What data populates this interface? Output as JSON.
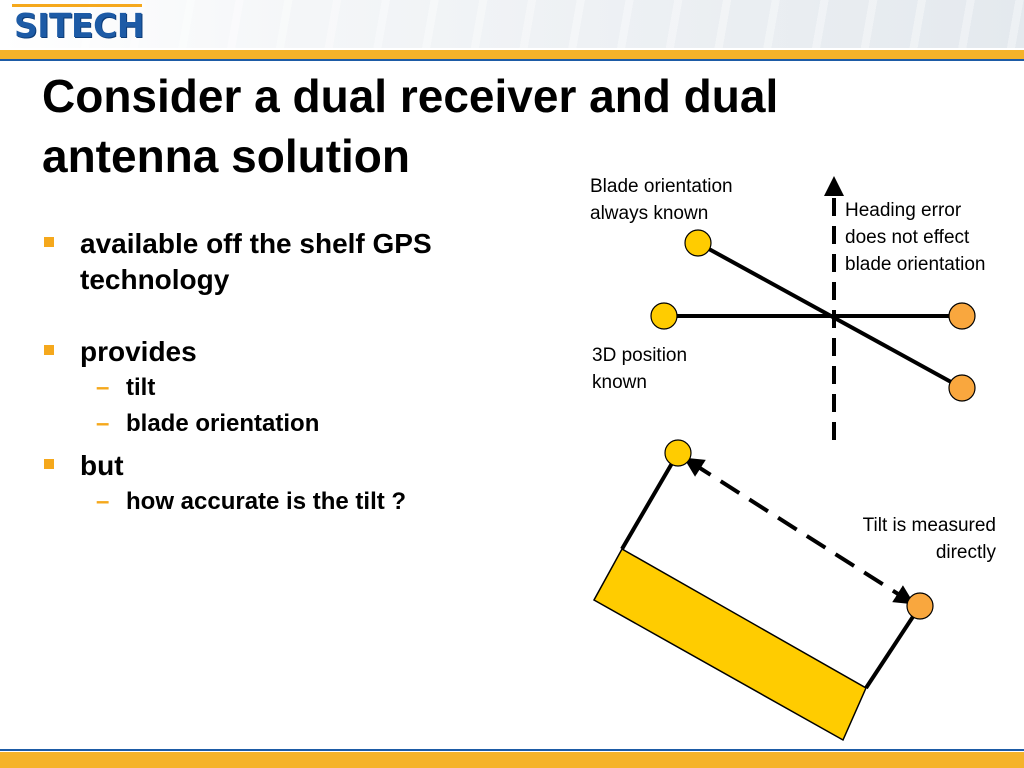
{
  "header": {
    "logo_text": "SITECH",
    "brand_colors": {
      "gold": "#f5b32a",
      "blue": "#1d5ba6",
      "blade": "#ffcc00",
      "antenna_orange": "#f9a73e"
    }
  },
  "slide": {
    "title_line1": "Consider a dual receiver and dual",
    "title_line2": "antenna solution",
    "bullets": [
      {
        "text": "available off the shelf GPS",
        "text2": "technology"
      },
      {
        "text": "provides",
        "sub": [
          "tilt",
          "blade orientation"
        ]
      },
      {
        "text": "but",
        "sub": [
          "how accurate is the tilt ?"
        ]
      }
    ],
    "dash_glyph": "–"
  },
  "diagram": {
    "label_blade_1": "Blade orientation",
    "label_blade_2": "always known",
    "label_heading_1": "Heading error",
    "label_heading_2": "does not effect",
    "label_heading_3": "blade orientation",
    "label_3d_1": "3D position",
    "label_3d_2": "known",
    "label_tilt_1": "Tilt is measured",
    "label_tilt_2": "directly"
  }
}
